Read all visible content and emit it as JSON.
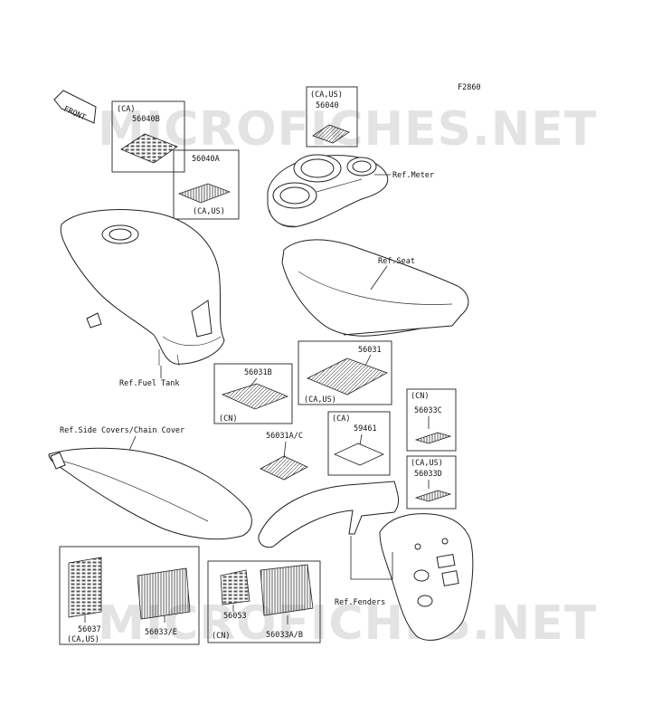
{
  "figure_code": "F2860",
  "front_label": "FRONT",
  "watermark": "MICROFICHES.NET",
  "labels": {
    "p56040b_region": "(CA)",
    "p56040b": "56040B",
    "p56040a": "56040A",
    "p56040a_region": "(CA,US)",
    "p56040_region": "(CA,US)",
    "p56040": "56040",
    "ref_meter": "Ref.Meter",
    "ref_seat": "Ref.Seat",
    "ref_fuel_tank": "Ref.Fuel Tank",
    "p56031": "56031",
    "p56031_region": "(CA,US)",
    "p56031b": "56031B",
    "p56031b_region": "(CN)",
    "ref_side_covers": "Ref.Side Covers/Chain Cover",
    "p56031ac": "56031A/C",
    "p59461_region": "(CA)",
    "p59461": "59461",
    "p56033c_region": "(CN)",
    "p56033c": "56033C",
    "p56033d_region": "(CA,US)",
    "p56033d": "56033D",
    "p56037": "56037",
    "p56037_region": "(CA,US)",
    "p56033e": "56033/E",
    "p56053": "56053",
    "p56053_region": "(CN)",
    "p56033ab": "56033A/B",
    "ref_fenders": "Ref.Fenders"
  }
}
